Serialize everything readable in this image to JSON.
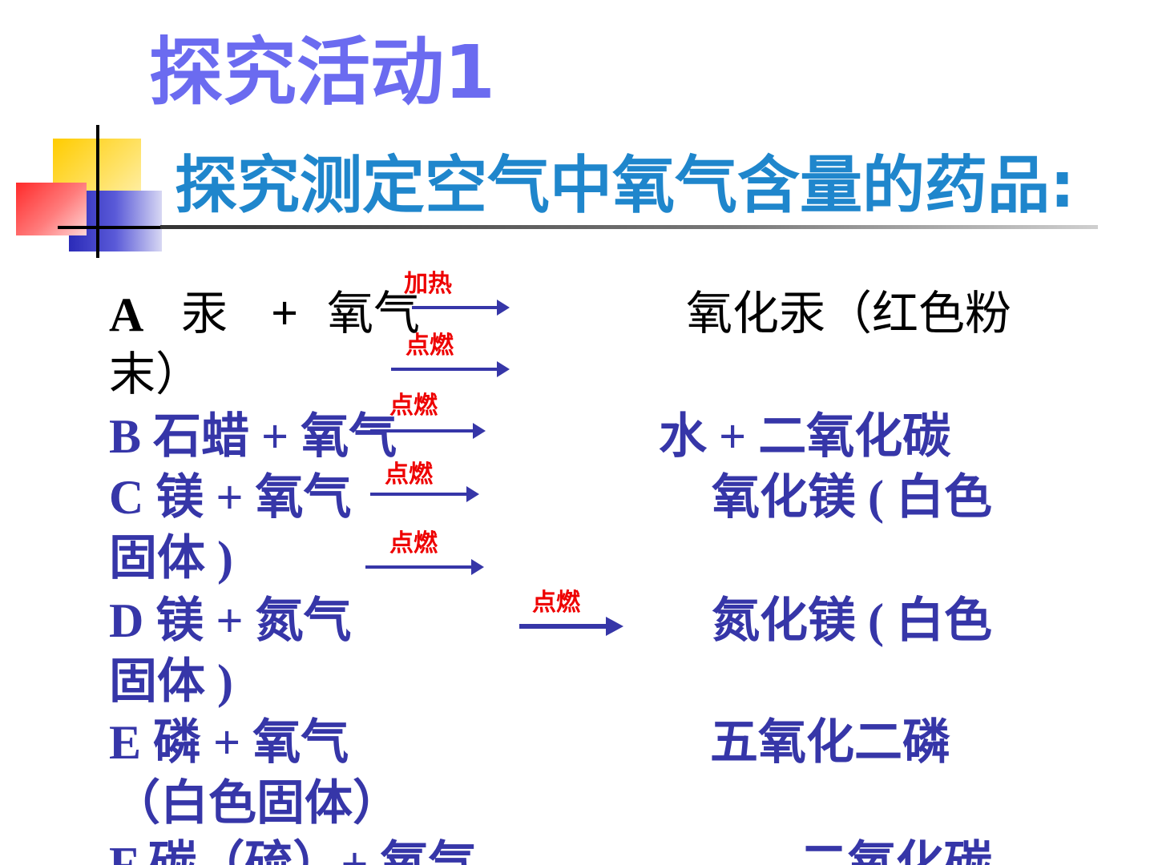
{
  "slide": {
    "title1": "探究活动1",
    "title2": "探究测定空气中氧气含量的药品:"
  },
  "reactions": {
    "a": {
      "label": "A",
      "reactant1": "汞",
      "plus": "+",
      "reactant2": "氧气",
      "condition1": "加热",
      "condition2": "点燃",
      "product_line1": "氧化汞（红色粉",
      "product_line2": "末）"
    },
    "b": {
      "text": "B  石蜡 + 氧气",
      "condition": "点燃",
      "product": "水 + 二氧化碳"
    },
    "c": {
      "text": "C  镁 + 氧气",
      "condition": "点燃",
      "product_line1": "氧化镁 ( 白色",
      "product_line2": "固体 )"
    },
    "extra_condition": "点燃",
    "d": {
      "text": "D  镁 + 氮气",
      "condition": "点燃",
      "product_line1": "氮化镁 ( 白色",
      "product_line2": "固体 )"
    },
    "e": {
      "text": "E  磷 + 氧气",
      "product_line1": "五氧化二磷",
      "product_line2": "（白色固体）"
    },
    "f": {
      "text": "F  碳（硫）+ 氧气",
      "product": "二氧化碳"
    }
  },
  "colors": {
    "title1": "#6b6bf0",
    "title2": "#1f86cc",
    "body_text": "#3636a8",
    "condition_text": "#ee0000",
    "arrow": "#3636a8"
  }
}
